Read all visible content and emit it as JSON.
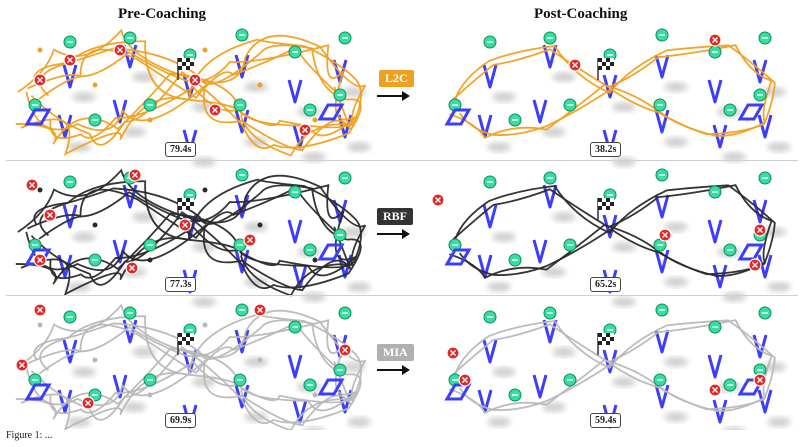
{
  "headers": {
    "pre": "Pre-Coaching",
    "post": "Post-Coaching"
  },
  "rows": [
    {
      "method": "L2C",
      "color": "#f0a020",
      "tag_color": "#f0a020",
      "pre_time": "79.4s",
      "post_time": "38.2s"
    },
    {
      "method": "RBF",
      "color": "#2a2a2a",
      "tag_color": "#333333",
      "pre_time": "77.3s",
      "post_time": "65.2s"
    },
    {
      "method": "MIA",
      "color": "#b8b8b8",
      "tag_color": "#b0b0b0",
      "pre_time": "69.9s",
      "post_time": "59.4s"
    }
  ],
  "colors": {
    "gate": "#3d3dff",
    "target": "#33e0a0",
    "collision": "#e02828",
    "finish": "#222222"
  },
  "caption": "Figure 1: ..."
}
